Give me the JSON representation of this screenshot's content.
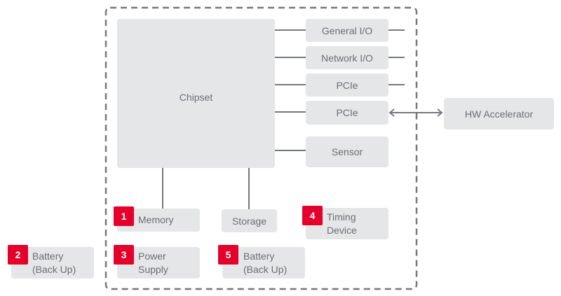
{
  "diagram": {
    "chipset": {
      "label": "Chipset"
    },
    "io_blocks": [
      {
        "label": "General I/O"
      },
      {
        "label": "Network I/O"
      },
      {
        "label": "PCIe"
      },
      {
        "label": "PCIe"
      },
      {
        "label": "Sensor"
      }
    ],
    "external": {
      "label": "HW Accelerator"
    },
    "storage": {
      "label": "Storage"
    },
    "numbered_components": [
      {
        "number": "1",
        "label": "Memory"
      },
      {
        "number": "2",
        "label": "Battery (Back Up)",
        "line1": "Battery",
        "line2": "(Back Up)"
      },
      {
        "number": "3",
        "label": "Power Supply",
        "line1": "Power",
        "line2": "Supply"
      },
      {
        "number": "4",
        "label": "Timing Device",
        "line1": "Timing",
        "line2": "Device"
      },
      {
        "number": "5",
        "label": "Battery (Back Up)",
        "line1": "Battery",
        "line2": "(Back Up)"
      }
    ],
    "colors": {
      "badge": "#e4002b",
      "box": "#e5e6e7",
      "line": "#75787b",
      "text": "#6b6e72"
    }
  }
}
